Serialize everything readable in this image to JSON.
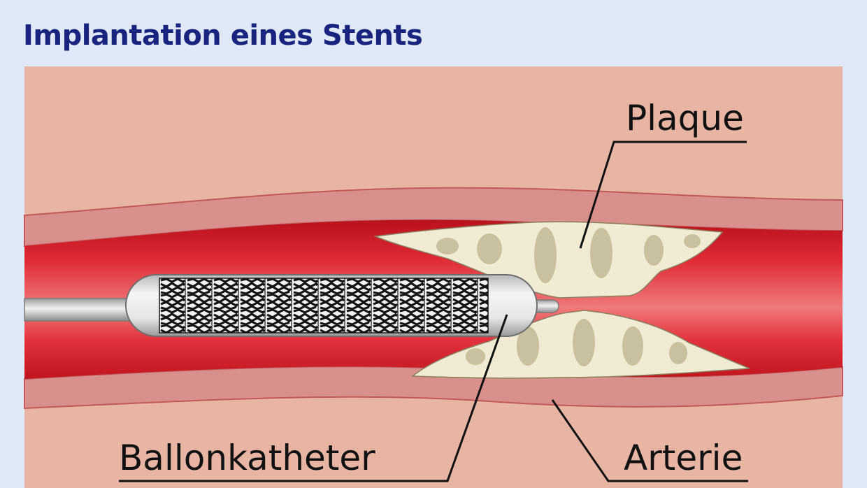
{
  "title": "Implantation eines Stents",
  "labels": {
    "plaque": "Plaque",
    "balloon_catheter": "Ballonkatheter",
    "artery": "Arterie"
  },
  "colors": {
    "background": "#dfe9f8",
    "title": "#1a237e",
    "tissue": "#e8b4a4",
    "vessel_wall": "#d98f8c",
    "blood": "#d21e2b",
    "plaque": "#f0ebd2",
    "stent": "#1a1a1a"
  }
}
